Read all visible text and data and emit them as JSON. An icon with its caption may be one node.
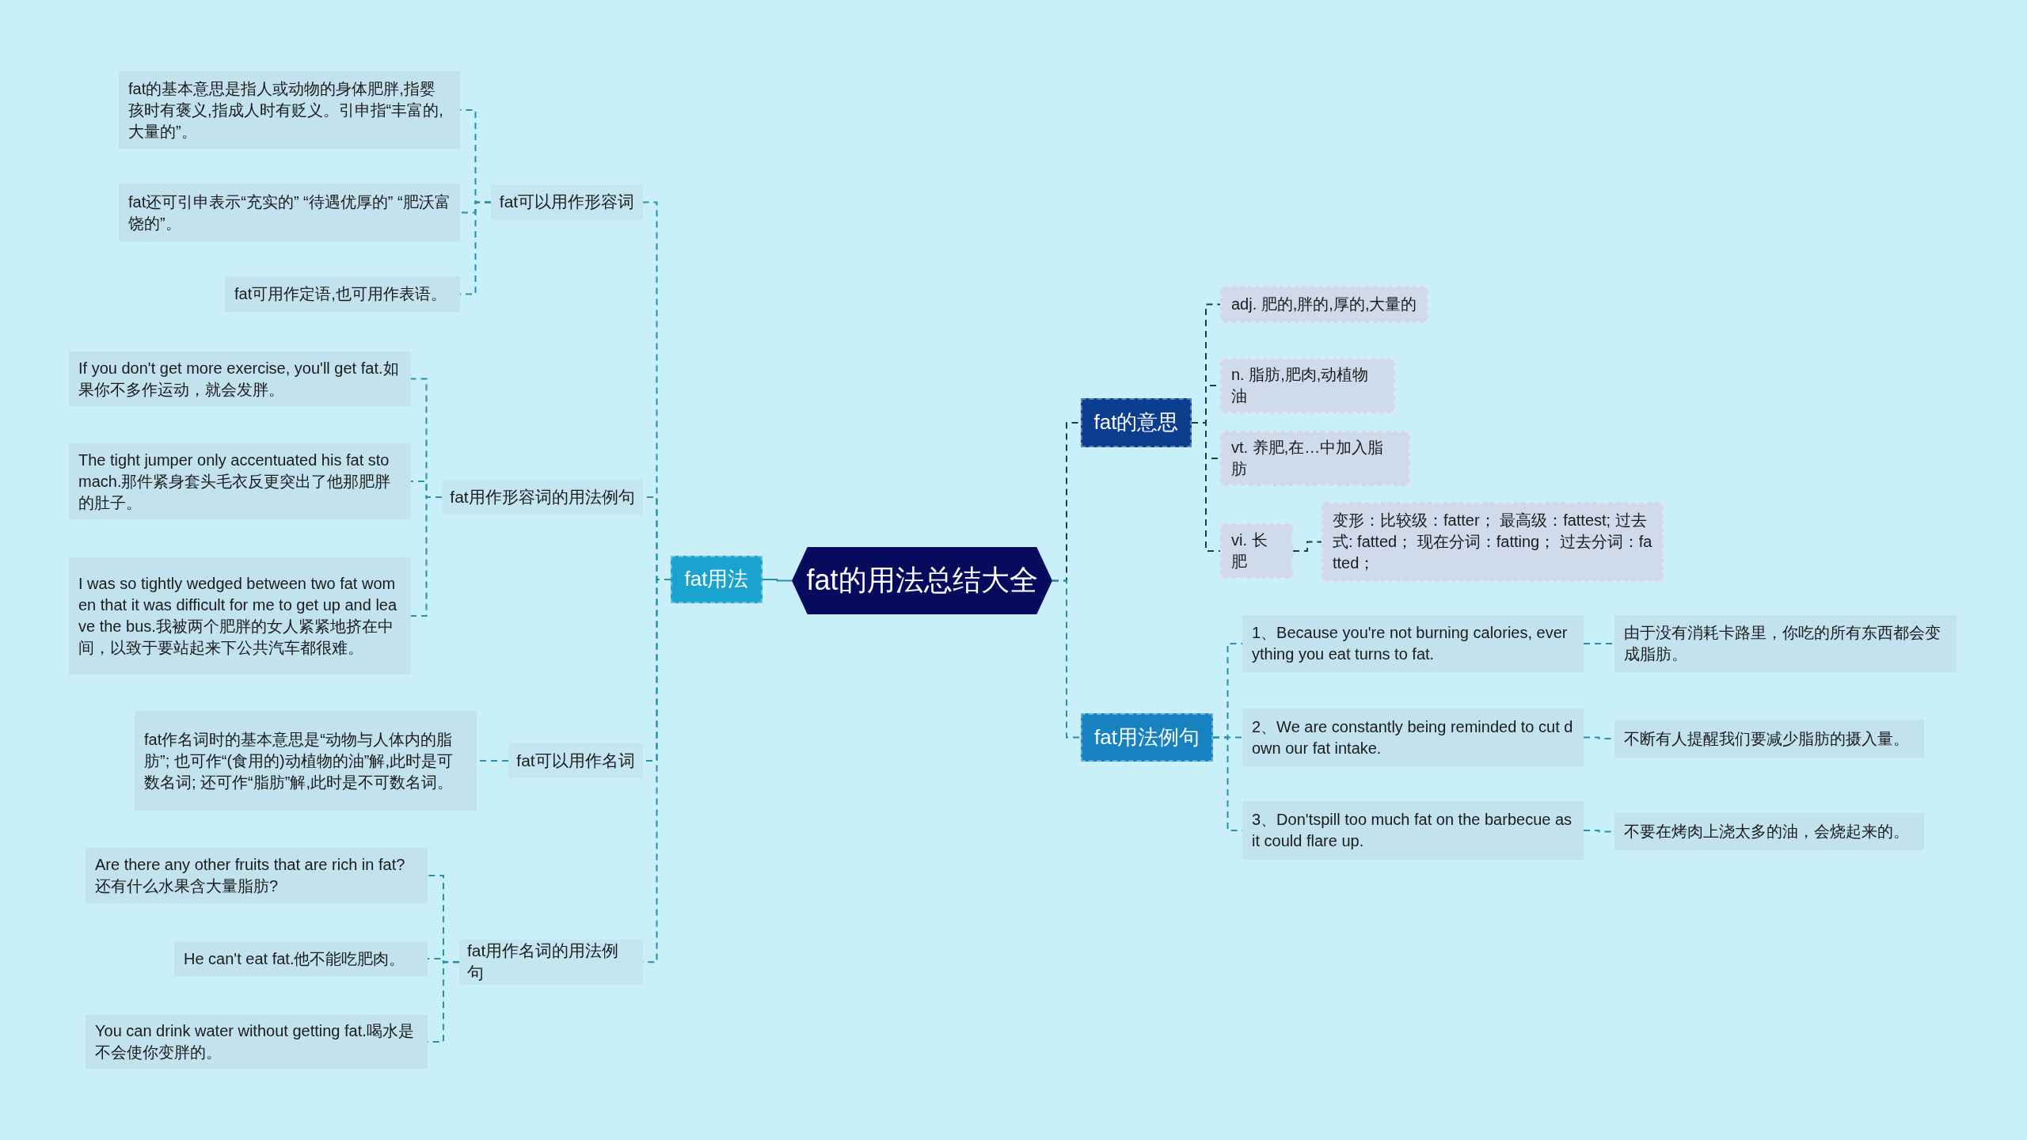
{
  "diagram": {
    "nodes": [
      {
        "text": [
          "fat的用法总结大全"
        ]
      },
      {
        "text": [
          "fat用法"
        ]
      },
      {
        "text": [
          "fat可以用作形容词"
        ]
      },
      {
        "text": [
          "fat的基本意思是指人或动物的身体肥胖,指婴孩时有褒义,指成人时有贬义。引申指“丰富的,大量的”。"
        ]
      },
      {
        "text": [
          "fat还可引申表示“充实的” “待遇优厚的” “肥沃富饶的”。"
        ]
      },
      {
        "text": [
          "fat可用作定语,也可用作表语。"
        ]
      },
      {
        "text": [
          "fat用作形容词的用法例句"
        ]
      },
      {
        "text": [
          "If you don't get more exercise, you'll get fat.如果你不多作运动，就会发胖。"
        ]
      },
      {
        "text": [
          "The tight jumper only accentuated his fat stomach.那件紧身套头毛衣反更突出了他那肥胖的肚子。"
        ]
      },
      {
        "text": [
          "I was so tightly wedged between two fat women that it was difficult for me to get up and leave the bus.我被两个肥胖的女人紧紧地挤在中间，以致于要站起来下公共汽车都很难。"
        ]
      },
      {
        "text": [
          "fat可以用作名词"
        ]
      },
      {
        "text": [
          "fat作名词时的基本意思是“动物与人体内的脂肪”; 也可作“(食用的)动植物的油”解,此时是可数名词; 还可作“脂肪”解,此时是不可数名词。"
        ]
      },
      {
        "text": [
          "fat用作名词的用法例句"
        ]
      },
      {
        "text": [
          "Are there any other fruits that are rich in fat?还有什么水果含大量脂肪?"
        ]
      },
      {
        "text": [
          "He can't eat fat.他不能吃肥肉。"
        ]
      },
      {
        "text": [
          "You can drink water without getting fat.喝水是不会使你变胖的。"
        ]
      },
      {
        "text": [
          "fat的意思"
        ]
      },
      {
        "text": [
          "adj. 肥的,胖的,厚的,大量的"
        ]
      },
      {
        "text": [
          "n. 脂肪,肥肉,动植物油"
        ]
      },
      {
        "text": [
          "vt. 养肥,在…中加入脂肪"
        ]
      },
      {
        "text": [
          "vi. 长肥"
        ]
      },
      {
        "text": [
          "变形：比较级：fatter； 最高级：fattest; 过去式: fatted； 现在分词：fatting； 过去分词：fatted；"
        ]
      },
      {
        "text": [
          "fat用法例句"
        ]
      },
      {
        "text": [
          "1、Because you're not burning calories, everything you eat turns to fat."
        ]
      },
      {
        "text": [
          "由于没有消耗卡路里，你吃的所有东西都会变成脂肪。"
        ]
      },
      {
        "text": [
          "2、We are constantly being reminded to cut down our fat intake."
        ]
      },
      {
        "text": [
          "不断有人提醒我们要减少脂肪的摄入量。"
        ]
      },
      {
        "text": [
          "3、Don'tspill too much fat on the barbecue as it could flare up."
        ]
      },
      {
        "text": [
          "不要在烤肉上浇太多的油，会烧起来的。"
        ]
      }
    ],
    "edges": [
      {
        "from": 0,
        "to": 1,
        "arrow": "none"
      },
      {
        "from": 1,
        "to": 2,
        "arrow": "none",
        "style": "dashed"
      },
      {
        "from": 2,
        "to": 3,
        "arrow": "none",
        "style": "dashed"
      },
      {
        "from": 2,
        "to": 4,
        "arrow": "none",
        "style": "dashed"
      },
      {
        "from": 2,
        "to": 5,
        "arrow": "none",
        "style": "dashed"
      },
      {
        "from": 1,
        "to": 6,
        "arrow": "none",
        "style": "dashed"
      },
      {
        "from": 6,
        "to": 7,
        "arrow": "none",
        "style": "dashed"
      },
      {
        "from": 6,
        "to": 8,
        "arrow": "none",
        "style": "dashed"
      },
      {
        "from": 6,
        "to": 9,
        "arrow": "none",
        "style": "dashed"
      },
      {
        "from": 1,
        "to": 10,
        "arrow": "none",
        "style": "dashed"
      },
      {
        "from": 10,
        "to": 11,
        "arrow": "none",
        "style": "dashed"
      },
      {
        "from": 1,
        "to": 12,
        "arrow": "none",
        "style": "dashed"
      },
      {
        "from": 12,
        "to": 13,
        "arrow": "none",
        "style": "dashed"
      },
      {
        "from": 12,
        "to": 14,
        "arrow": "none",
        "style": "dashed"
      },
      {
        "from": 12,
        "to": 15,
        "arrow": "none",
        "style": "dashed"
      },
      {
        "from": 0,
        "to": 16,
        "arrow": "none",
        "style": "dashed",
        "color": "#1b3a63"
      },
      {
        "from": 16,
        "to": 17,
        "arrow": "none",
        "style": "dashed",
        "color": "#1b3a63"
      },
      {
        "from": 16,
        "to": 18,
        "arrow": "none",
        "style": "dashed",
        "color": "#1b3a63"
      },
      {
        "from": 16,
        "to": 19,
        "arrow": "none",
        "style": "dashed",
        "color": "#1b3a63"
      },
      {
        "from": 16,
        "to": 20,
        "arrow": "none",
        "style": "dashed",
        "color": "#1b3a63"
      },
      {
        "from": 20,
        "to": 21,
        "arrow": "none",
        "style": "dashed",
        "color": "#1b3a63"
      },
      {
        "from": 0,
        "to": 22,
        "arrow": "none",
        "style": "dashed"
      },
      {
        "from": 22,
        "to": 23,
        "arrow": "none",
        "style": "dashed"
      },
      {
        "from": 22,
        "to": 25,
        "arrow": "none",
        "style": "dashed"
      },
      {
        "from": 22,
        "to": 27,
        "arrow": "none",
        "style": "dashed"
      },
      {
        "from": 23,
        "to": 24,
        "arrow": "none",
        "style": "dashed"
      },
      {
        "from": 25,
        "to": 26,
        "arrow": "none",
        "style": "dashed"
      },
      {
        "from": 27,
        "to": 28,
        "arrow": "none",
        "style": "dashed"
      }
    ]
  }
}
